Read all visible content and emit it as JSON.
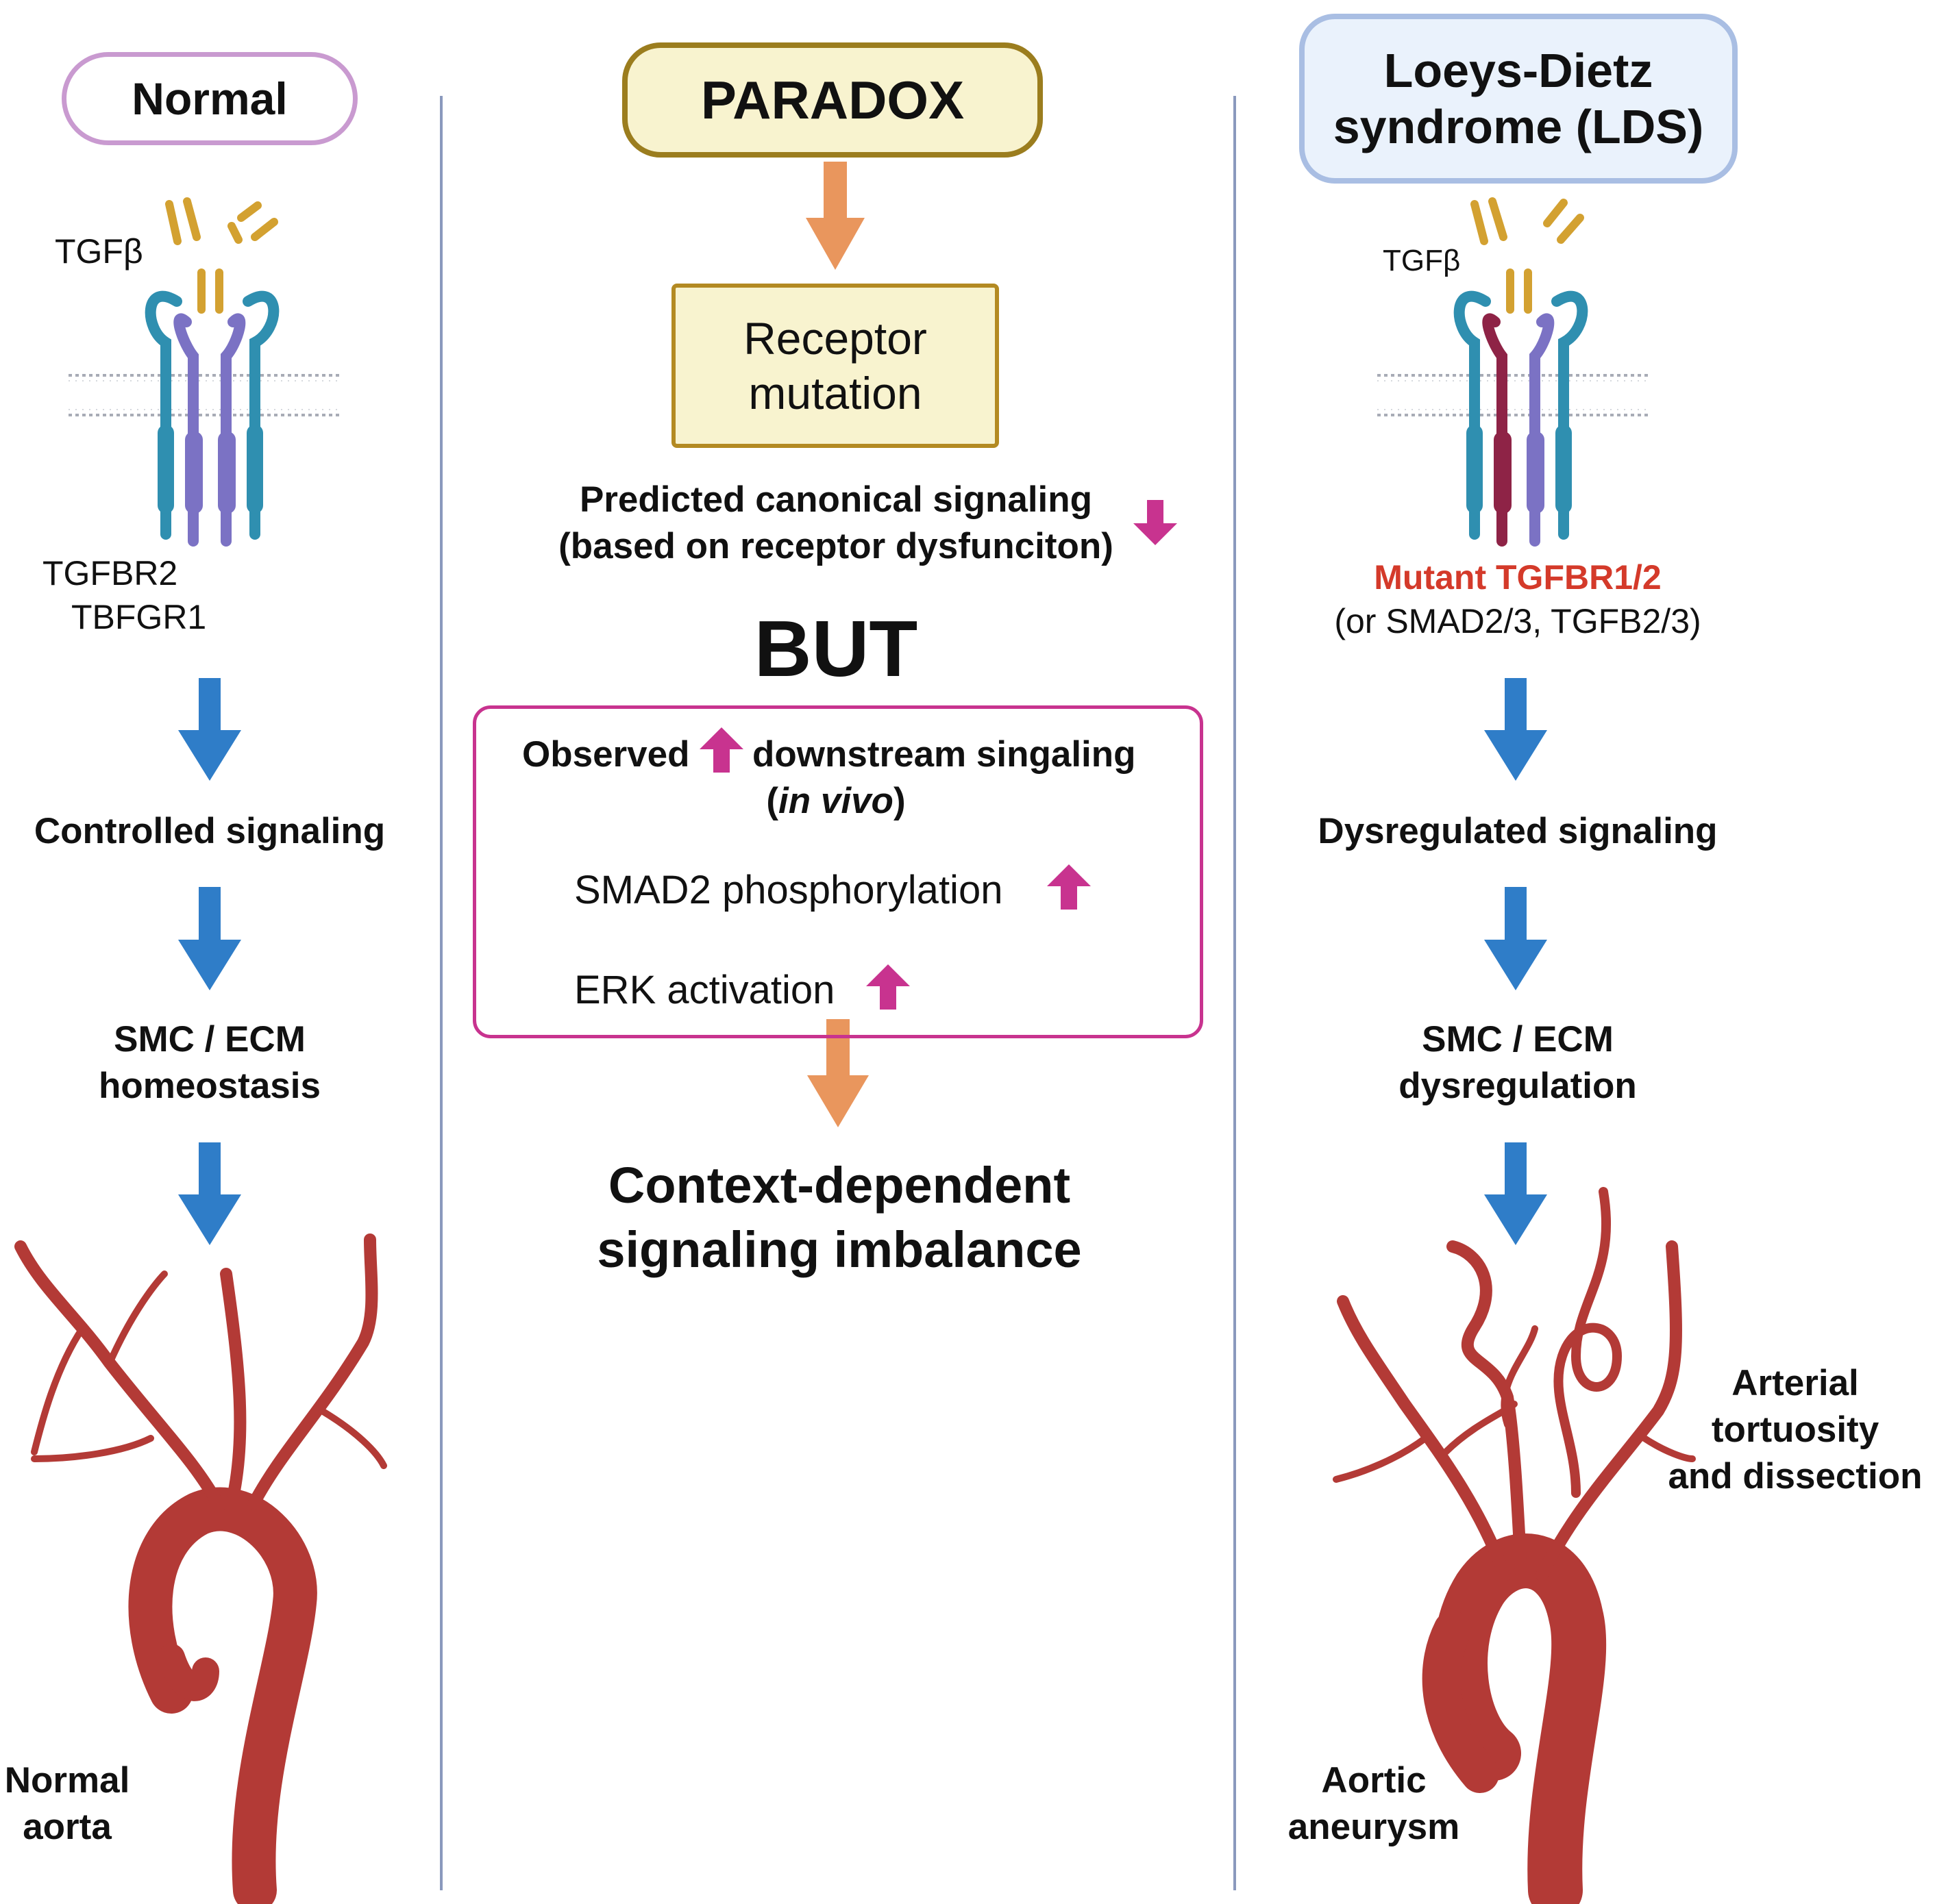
{
  "normal": {
    "title": "Normal",
    "ligand_label": "TGFβ",
    "receptor_label_1": "TGFBR2",
    "receptor_label_2": "TBFGR1",
    "step_1": "Controlled signaling",
    "step_2_line1": "SMC / ECM",
    "step_2_line2": "homeostasis",
    "aorta_label_line1": "Normal",
    "aorta_label_line2": "aorta"
  },
  "paradox": {
    "title": "PARADOX",
    "receptor_line1": "Receptor",
    "receptor_line2": "mutation",
    "predicted_line1": "Predicted canonical signaling",
    "predicted_line2": "(based on receptor dysfunciton)",
    "but": "BUT",
    "observed_pre": "Observed",
    "observed_post": "downstream singaling",
    "observed_line2_open": "(",
    "observed_line2_italic": "in vivo",
    "observed_line2_close": ")",
    "smad": "SMAD2 phosphorylation",
    "erk": "ERK activation",
    "conclusion_line1": "Context-dependent",
    "conclusion_line2": "signaling imbalance"
  },
  "lds": {
    "title_line1": "Loeys-Dietz",
    "title_line2": "syndrome (LDS)",
    "ligand_label": "TGFβ",
    "mutant_label": "Mutant TGFBR1/2",
    "mutant_sub": "(or SMAD2/3, TGFB2/3)",
    "step_1": "Dysregulated signaling",
    "step_2_line1": "SMC / ECM",
    "step_2_line2": "dysregulation",
    "tortuosity_line1": "Arterial tortuosity",
    "tortuosity_line2": "and dissection",
    "aneurysm_line1": "Aortic",
    "aneurysm_line2": "aneurysm"
  },
  "colors": {
    "flow_arrow": "#2f7dc8",
    "paradox_arrow": "#e9965d",
    "indicator_arrow": "#c8338f",
    "mutant_text": "#d43a2a",
    "aorta": "#b33a36",
    "ligand": "#d3a131",
    "receptor_teal": "#2f8fb0",
    "receptor_violet": "#7b72c4",
    "receptor_mutant": "#8e2346"
  }
}
